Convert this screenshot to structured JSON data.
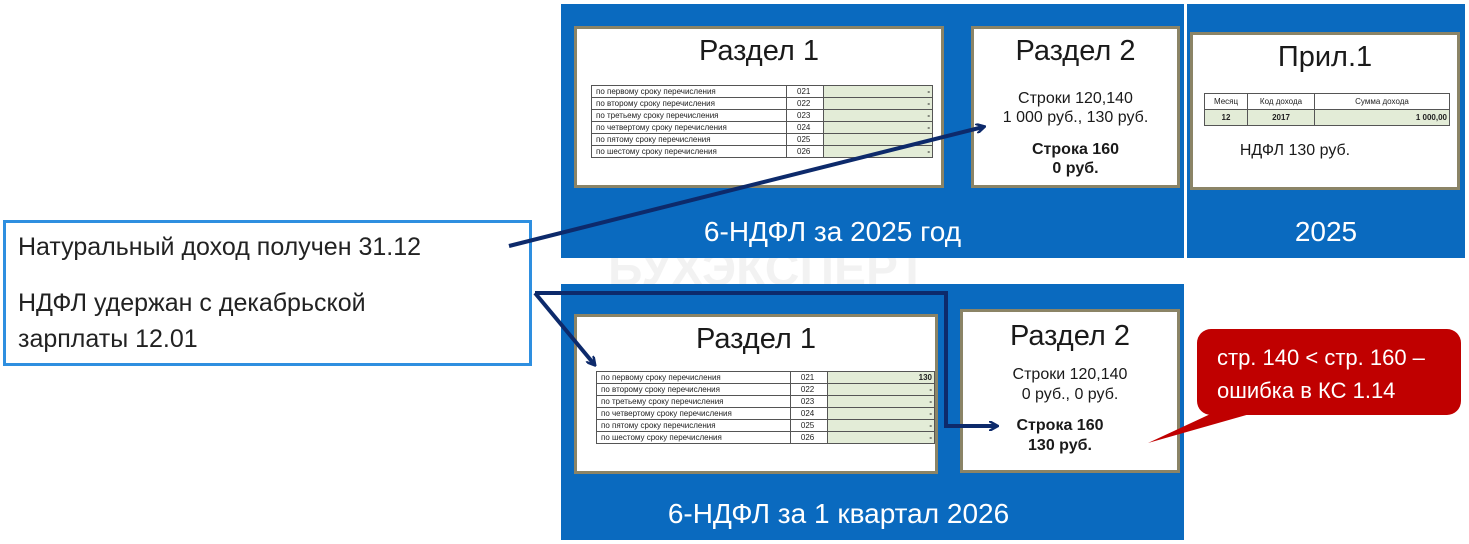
{
  "watermark": {
    "text": "БУХЭКСПЕРТ"
  },
  "top_panel": {
    "caption": "6-НДФЛ за 2025 год",
    "section1": {
      "title": "Раздел 1",
      "rows": [
        {
          "label": "по первому сроку перечисления",
          "code": "021",
          "value": "-"
        },
        {
          "label": "по второму сроку перечисления",
          "code": "022",
          "value": "-"
        },
        {
          "label": "по третьему сроку перечисления",
          "code": "023",
          "value": "-"
        },
        {
          "label": "по четвертому сроку перечисления",
          "code": "024",
          "value": "-"
        },
        {
          "label": "по пятому сроку перечисления",
          "code": "025",
          "value": "-"
        },
        {
          "label": "по шестому сроку перечисления",
          "code": "026",
          "value": "-"
        }
      ]
    },
    "section2": {
      "title": "Раздел 2",
      "line1": "Строки 120,140",
      "line2": "1 000 руб., 130 руб.",
      "line3": "Строка 160",
      "line4": "0 руб."
    }
  },
  "appendix_panel": {
    "caption": "2025",
    "title": "Прил.1",
    "table": {
      "headers": [
        "Месяц",
        "Код дохода",
        "Сумма дохода"
      ],
      "row": [
        "12",
        "2017",
        "1 000,00"
      ]
    },
    "note": "НДФЛ 130 руб."
  },
  "bottom_panel": {
    "caption": "6-НДФЛ за 1 квартал 2026",
    "section1": {
      "title": "Раздел 1",
      "rows": [
        {
          "label": "по первому сроку перечисления",
          "code": "021",
          "value": "130"
        },
        {
          "label": "по второму сроку перечисления",
          "code": "022",
          "value": "-"
        },
        {
          "label": "по третьему сроку перечисления",
          "code": "023",
          "value": "-"
        },
        {
          "label": "по четвертому сроку перечисления",
          "code": "024",
          "value": "-"
        },
        {
          "label": "по пятому сроку перечисления",
          "code": "025",
          "value": "-"
        },
        {
          "label": "по шестому сроку перечисления",
          "code": "026",
          "value": "-"
        }
      ]
    },
    "section2": {
      "title": "Раздел 2",
      "line1": "Строки 120,140",
      "line2": "0 руб., 0 руб.",
      "line3": "Строка 160",
      "line4": "130 руб."
    }
  },
  "info": {
    "line1": "Натуральный доход получен 31.12",
    "line2": "НДФЛ удержан с декабрьской",
    "line3": "зарплаты 12.01"
  },
  "callout": {
    "line1": "стр. 140 < стр. 160 –",
    "line2": "ошибка в КС 1.14"
  },
  "colors": {
    "panel": "#0a6abf",
    "card_border": "#8b8466",
    "info_border": "#2e8fe0",
    "callout": "#c00000",
    "arrow": "#0d2a6b",
    "cell_fill": "#e3ecd7"
  }
}
